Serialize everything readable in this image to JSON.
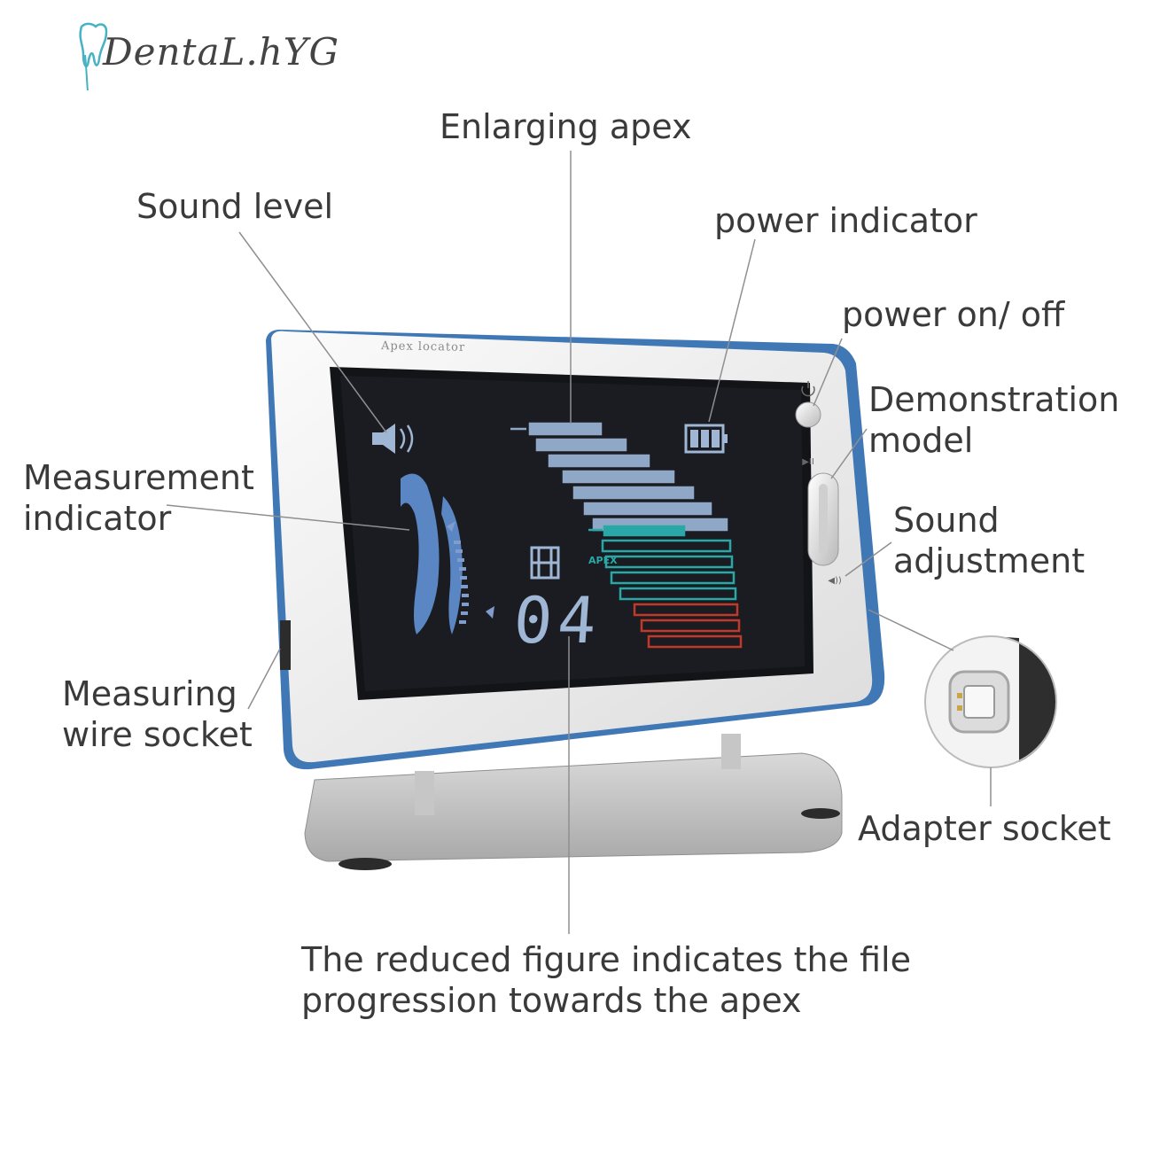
{
  "brand": {
    "logo_text": "DentaL.hYG",
    "logo_icon": "tooth-icon"
  },
  "device": {
    "title": "Apex locator",
    "apex_label": "APEX",
    "reading": "04"
  },
  "callouts": {
    "enlarging_apex": "Enlarging apex",
    "sound_level": "Sound level",
    "power_indicator": "power indicator",
    "power_on_off": "power on/ off",
    "demonstration_model": [
      "Demonstration",
      "model"
    ],
    "sound_adjustment": [
      "Sound",
      "adjustment"
    ],
    "measurement_indicator": [
      "Measurement",
      "indicator"
    ],
    "measuring_wire_socket": [
      "Measuring",
      "wire socket"
    ],
    "adapter_socket": "Adapter socket",
    "reduced_figure": [
      "The reduced figure indicates the file",
      "progression towards the apex"
    ]
  },
  "colors": {
    "device_blue": "#3f78b5",
    "lcd_bg": "#121418",
    "bar_blue": "#8fa8c8",
    "bar_teal": "#2aa7a7",
    "bar_red": "#c0392b"
  }
}
